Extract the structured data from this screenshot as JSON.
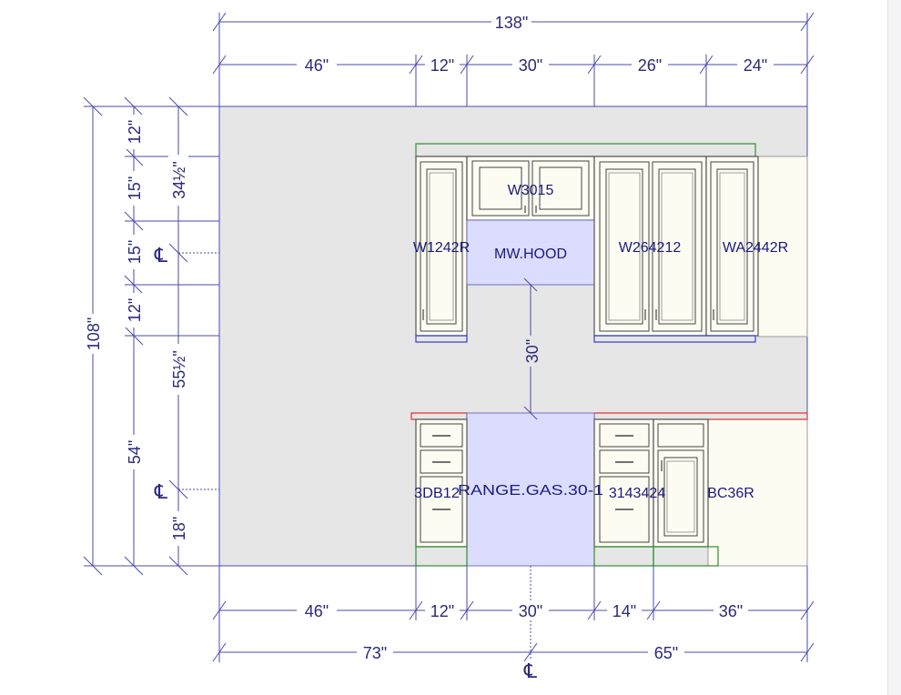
{
  "colors": {
    "wall": "#e6e6e6",
    "dimension_line": "#4a4ab0",
    "cabinet_fill": "#fdfcf2",
    "appliance_fill": "#dcdcff",
    "crown_outline": "#2f8f2f",
    "countertop_outline": "#e03030",
    "lightrail_outline": "#3a3ad0",
    "toekick_outline": "#2f8f2f"
  },
  "dimensions": {
    "top_total": "138\"",
    "top_segments": [
      "46\"",
      "12\"",
      "30\"",
      "26\"",
      "24\""
    ],
    "bottom_segments": [
      "46\"",
      "12\"",
      "30\"",
      "14\"",
      "36\""
    ],
    "bottom_split": [
      "73\"",
      "65\""
    ],
    "left_total": "108\"",
    "left_segments": [
      "12\"",
      "15\"",
      "15\"",
      "12\"",
      "54\""
    ],
    "left_inner": [
      "34½\"",
      "55½\"",
      "18\""
    ],
    "clearance": "30\""
  },
  "centerline_symbol": "℄",
  "cabinets": {
    "wall": [
      {
        "label": "W1242R",
        "type": "wall-cabinet"
      },
      {
        "label": "W3015",
        "type": "wall-cabinet"
      },
      {
        "label": "MW.HOOD",
        "type": "appliance"
      },
      {
        "label": "W264212",
        "type": "wall-cabinet"
      },
      {
        "label": "WA2442R",
        "type": "wall-cabinet"
      }
    ],
    "base": [
      {
        "label": "3DB12",
        "type": "drawer-base"
      },
      {
        "label": "RANGE.GAS.30-1",
        "type": "appliance"
      },
      {
        "label": "3143424",
        "type": "drawer-base"
      },
      {
        "label": "BC36R",
        "type": "blind-corner-base"
      }
    ]
  }
}
